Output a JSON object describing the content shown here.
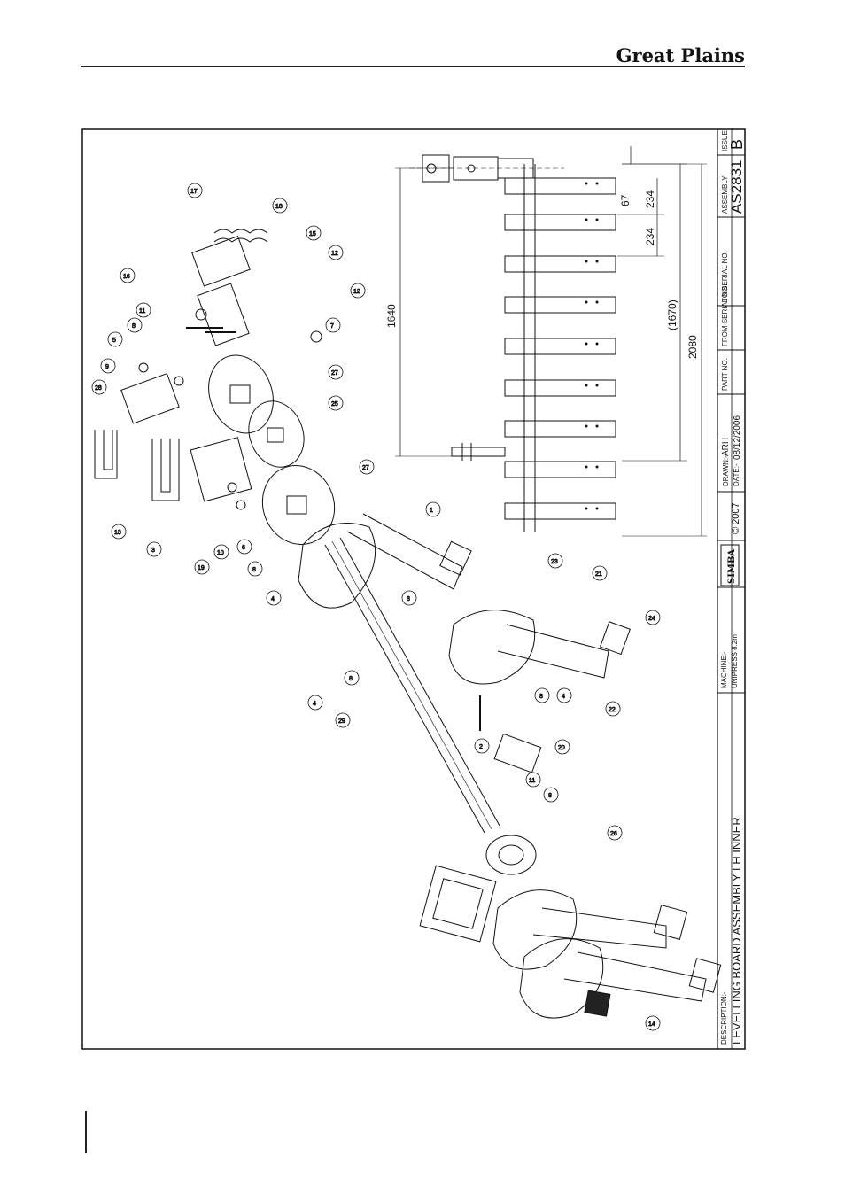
{
  "header": {
    "brand": "Great Plains"
  },
  "title_block": {
    "description_label": "DESCRIPTION:-",
    "description": "LEVELLING BOARD ASSEMBLY LH INNER",
    "machine_label": "MACHINE:-",
    "machine": "UNIPRESS 8.2m",
    "logo_text": "SIMBA",
    "copyright": "© 2007",
    "drawn_label": "DRAWN:-",
    "drawn": "ARH",
    "date_label": "DATE:-",
    "date": "08/12/2006",
    "part_no_label": "PART NO.",
    "from_serial_label": "FROM SERIAL NO.",
    "to_serial_label": "TO SERIAL NO.",
    "assembly_label": "ASSEMBLY",
    "assembly": "AS2831",
    "issue_label": "ISSUE",
    "issue": "B"
  },
  "dimensions": {
    "d1640": "1640",
    "d2080": "2080",
    "d1670": "(1670)",
    "d234a": "234",
    "d234b": "234",
    "d67": "67"
  },
  "balloons": [
    "1",
    "2",
    "3",
    "4",
    "4",
    "4",
    "5",
    "6",
    "7",
    "8",
    "8",
    "8",
    "8",
    "8",
    "8",
    "9",
    "10",
    "11",
    "11",
    "12",
    "12",
    "13",
    "14",
    "15",
    "16",
    "17",
    "18",
    "19",
    "20",
    "21",
    "22",
    "23",
    "24",
    "25",
    "26",
    "27",
    "27",
    "28",
    "29"
  ]
}
